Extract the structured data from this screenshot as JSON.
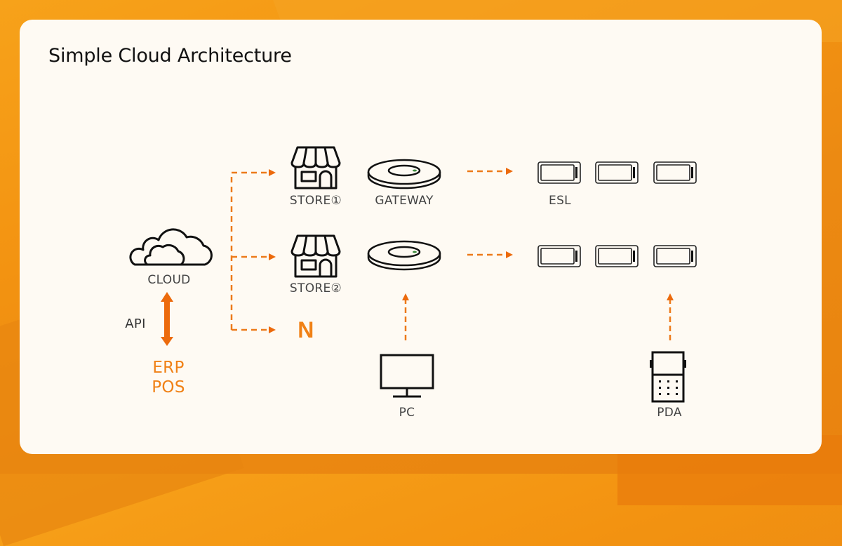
{
  "title": "Simple Cloud Architecture",
  "colors": {
    "accent": "#f08116",
    "arrow": "#ec6a0c",
    "card_bg": "#fefaf3",
    "icon_stroke": "#111111",
    "label_text": "#444444",
    "led": "#3d8b3d"
  },
  "nodes": {
    "cloud": {
      "label": "CLOUD",
      "icon": "cloud-icon"
    },
    "api": {
      "label": "API",
      "icon": "double-arrow-icon"
    },
    "erp": {
      "label": "ERP"
    },
    "pos": {
      "label": "POS"
    },
    "store1": {
      "label": "STORE①",
      "icon": "store-icon"
    },
    "store2": {
      "label": "STORE②",
      "icon": "store-icon"
    },
    "n": {
      "label": "N"
    },
    "gateway": {
      "label": "GATEWAY",
      "icon": "gateway-icon"
    },
    "esl": {
      "label": "ESL",
      "icon": "esl-tag-icon",
      "count_per_row": 3
    },
    "pc": {
      "label": "PC",
      "icon": "monitor-icon"
    },
    "pda": {
      "label": "PDA",
      "icon": "pda-icon"
    }
  },
  "connections": [
    {
      "from": "cloud",
      "to": "store1",
      "style": "dashed"
    },
    {
      "from": "cloud",
      "to": "store2",
      "style": "dashed"
    },
    {
      "from": "cloud",
      "to": "n",
      "style": "dashed"
    },
    {
      "from": "gateway-row1",
      "to": "esl-row1",
      "style": "dashed"
    },
    {
      "from": "gateway-row2",
      "to": "esl-row2",
      "style": "dashed"
    },
    {
      "from": "pc",
      "to": "gateway-row2",
      "style": "dashed"
    },
    {
      "from": "pda",
      "to": "esl-row2",
      "style": "dashed"
    },
    {
      "from": "cloud",
      "to": "erp-pos",
      "style": "solid-bidirectional",
      "label": "API"
    }
  ]
}
